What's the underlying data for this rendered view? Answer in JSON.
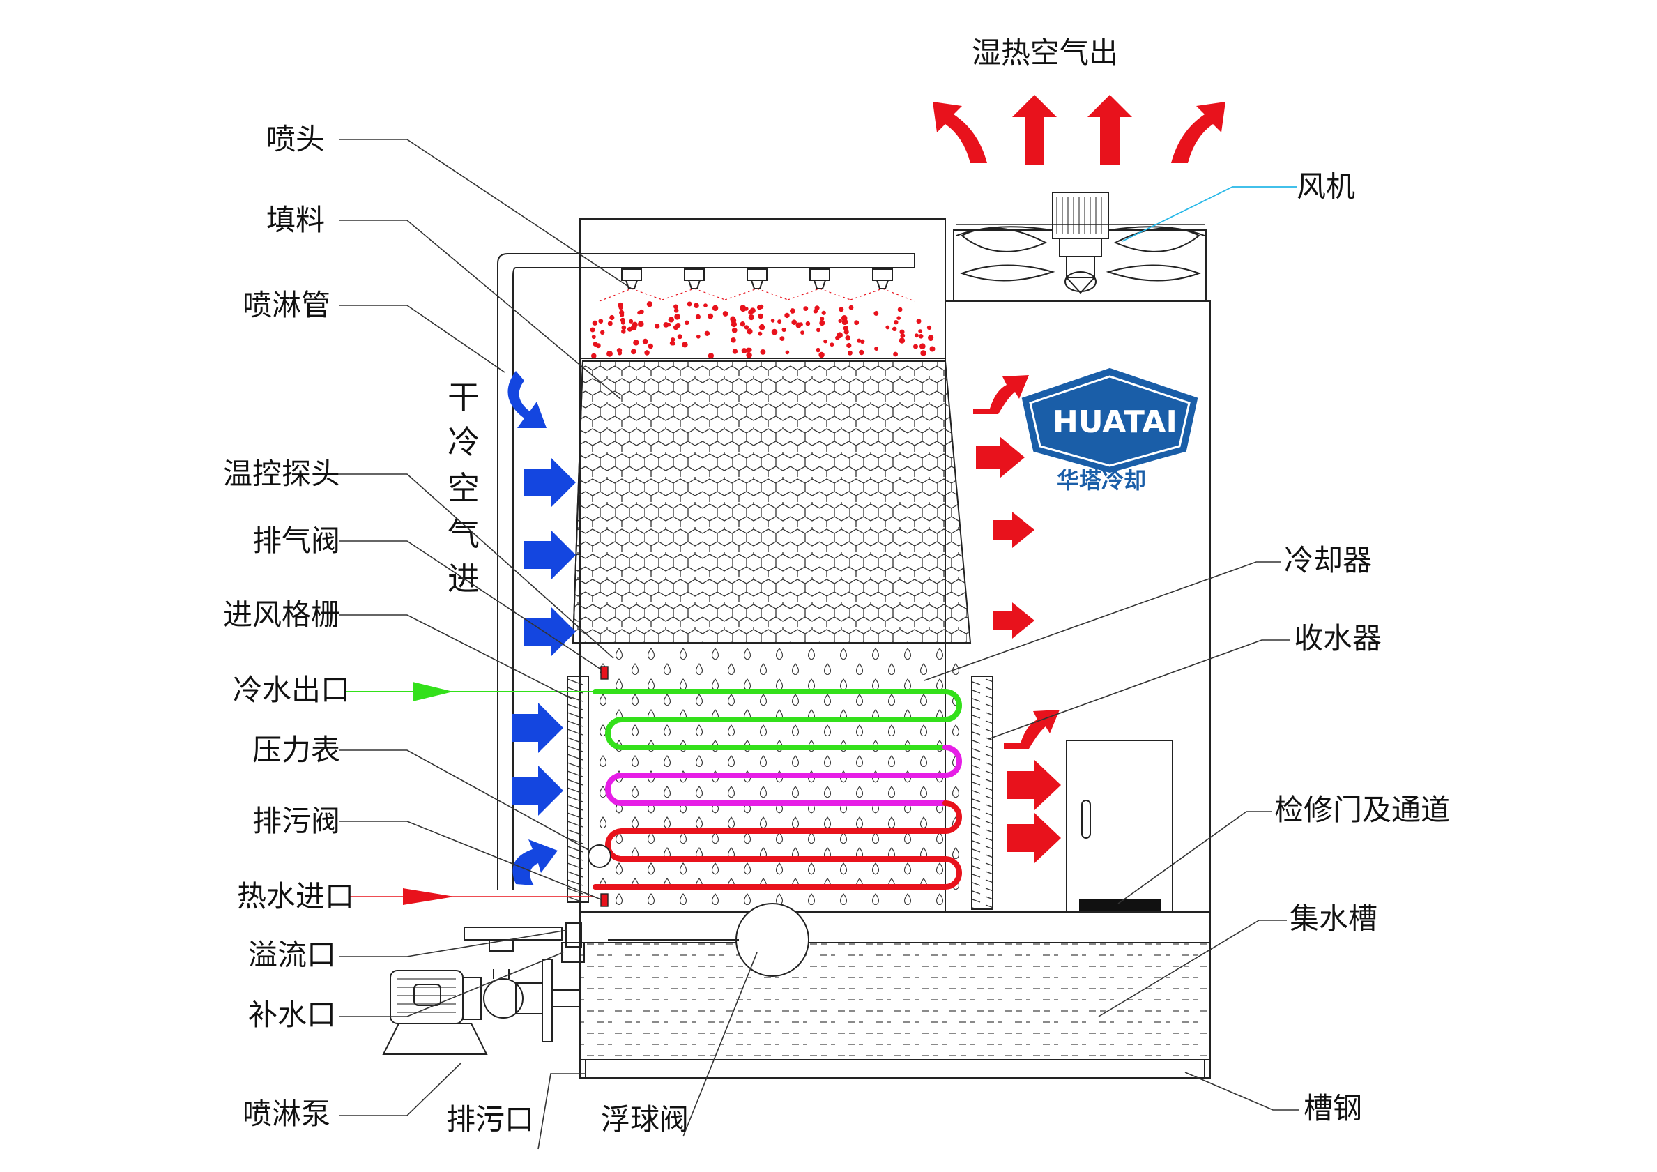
{
  "labels": {
    "humid_air_out": "湿热空气出",
    "nozzle": "喷头",
    "fill": "填料",
    "spray_pipe": "喷淋管",
    "fan": "风机",
    "dry_cold_air_in": [
      "干",
      "冷",
      "空",
      "气",
      "进"
    ],
    "temp_probe": "温控探头",
    "exhaust_valve": "排气阀",
    "inlet_grille": "进风格栅",
    "cold_water_out": "冷水出口",
    "pressure_gauge": "压力表",
    "blowdown_valve": "排污阀",
    "hot_water_in": "热水进口",
    "overflow": "溢流口",
    "makeup_water": "补水口",
    "spray_pump": "喷淋泵",
    "drain_outlet": "排污口",
    "float_valve": "浮球阀",
    "channel_steel": "槽钢",
    "cooler": "冷却器",
    "drift_eliminator": "收水器",
    "access_door": "检修门及通道",
    "basin": "集水槽"
  },
  "logo": {
    "brand_en": "HUATAI",
    "brand_cn": "华塔冷却"
  },
  "colors": {
    "hot_air": "#e8121c",
    "cold_air": "#1446e0",
    "cold_water": "#33e01a",
    "mid_water": "#e61ee6",
    "hot_water": "#e8121c",
    "logo_blue": "#1a5ea8",
    "leader_cyan": "#28b8e8"
  }
}
